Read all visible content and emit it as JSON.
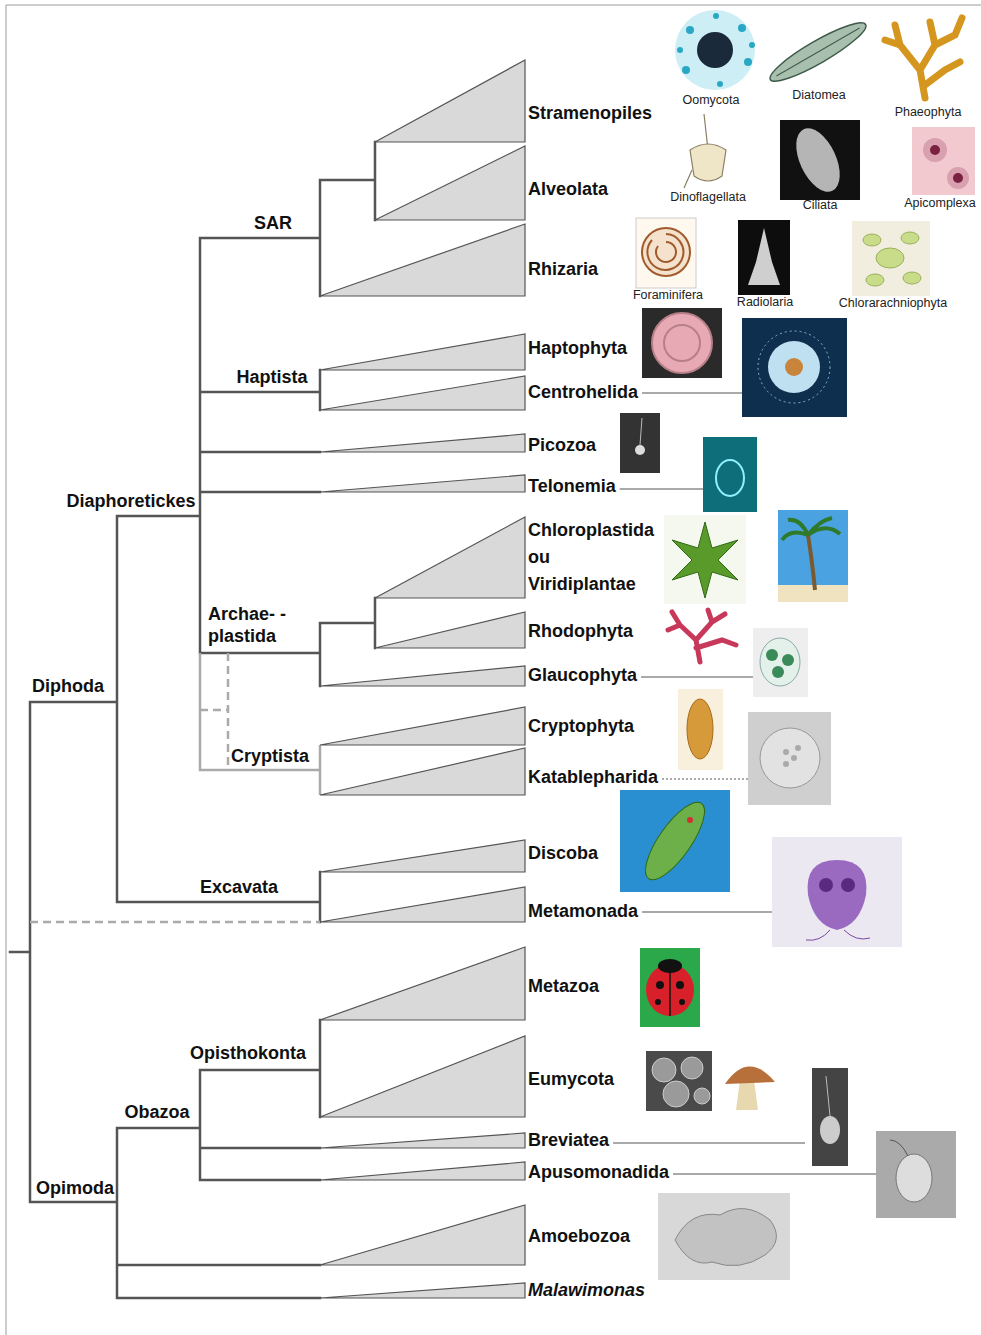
{
  "diagram": {
    "nodes": [
      {
        "text": [
          "Stramenopiles"
        ]
      },
      {
        "text": [
          "Alveolata"
        ]
      },
      {
        "text": [
          "Rhizaria"
        ]
      },
      {
        "text": [
          "Haptophyta"
        ]
      },
      {
        "text": [
          "Centrohelida"
        ]
      },
      {
        "text": [
          "Picozoa"
        ]
      },
      {
        "text": [
          "Telonemia"
        ]
      },
      {
        "text": [
          "Chloroplastida ou Viridiplantae"
        ]
      },
      {
        "text": [
          "Rhodophyta"
        ]
      },
      {
        "text": [
          "Glaucophyta"
        ]
      },
      {
        "text": [
          "Cryptophyta"
        ]
      },
      {
        "text": [
          "Katablepharida"
        ]
      },
      {
        "text": [
          "Discoba"
        ]
      },
      {
        "text": [
          "Metamonada"
        ]
      },
      {
        "text": [
          "Metazoa"
        ]
      },
      {
        "text": [
          "Eumycota"
        ]
      },
      {
        "text": [
          "Breviatea"
        ]
      },
      {
        "text": [
          "Apusomonadida"
        ]
      },
      {
        "text": [
          "Amoebozoa"
        ]
      },
      {
        "text": [
          "Malawimonas"
        ]
      }
    ],
    "labels": [
      "Oomycota",
      "Diatomea",
      "Phaeophyta",
      "Dinoflagellata",
      "Ciliata",
      "Apicomplexa",
      "Foraminifera",
      "Radiolaria",
      "Chlorarachniophyta",
      "SAR",
      "Haptista",
      "Diaphoretickes",
      "Archae- -plastida",
      "Cryptista",
      "Diphoda",
      "Excavata",
      "Opisthokonta",
      "Obazoa",
      "Opimoda"
    ]
  }
}
